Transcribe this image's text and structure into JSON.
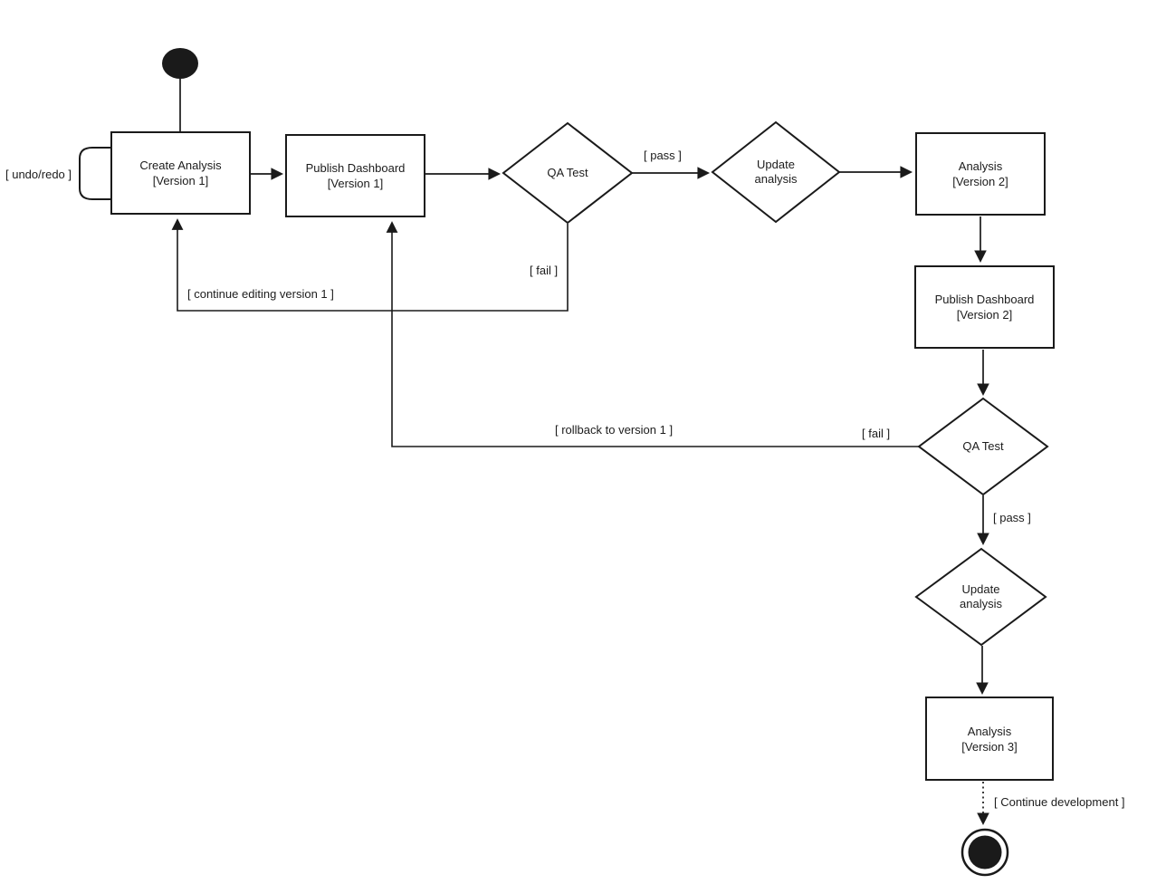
{
  "colors": {
    "background": "#ffffff",
    "stroke": "#1a1a1a",
    "text": "#1c1c1c"
  },
  "nodes": {
    "start": {
      "kind": "initial-state"
    },
    "create_analysis_v1": {
      "lines": [
        "Create Analysis",
        "[Version 1]"
      ]
    },
    "publish_dashboard_v1": {
      "lines": [
        "Publish Dashboard",
        "[Version 1]"
      ]
    },
    "qa_test_1": {
      "lines": [
        "QA Test"
      ]
    },
    "update_analysis_1": {
      "lines": [
        "Update",
        "analysis"
      ]
    },
    "analysis_v2": {
      "lines": [
        "Analysis",
        "[Version 2]"
      ]
    },
    "publish_dashboard_v2": {
      "lines": [
        "Publish Dashboard",
        "[Version 2]"
      ]
    },
    "qa_test_2": {
      "lines": [
        "QA Test"
      ]
    },
    "update_analysis_2": {
      "lines": [
        "Update",
        "analysis"
      ]
    },
    "analysis_v3": {
      "lines": [
        "Analysis",
        "[Version 3]"
      ]
    },
    "end": {
      "kind": "final-state"
    }
  },
  "edge_labels": {
    "undo_redo": "[ undo/redo ]",
    "pass_1": "[ pass ]",
    "fail_1": "[ fail ]",
    "continue_editing_v1": "[ continue editing version 1 ]",
    "fail_2": "[ fail ]",
    "rollback_to_v1": "[ rollback to version 1 ]",
    "pass_2": "[ pass ]",
    "continue_development": "[ Continue development ]"
  }
}
